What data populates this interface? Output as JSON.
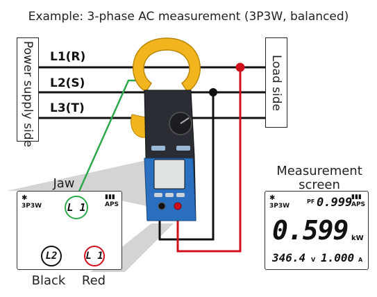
{
  "title": "Example: 3-phase AC measurement (3P3W, balanced)",
  "power_side_label": "Power supply side",
  "load_side_label": "Load side",
  "lines": [
    "L1(R)",
    "L2(S)",
    "L3(T)"
  ],
  "jaw_label": "Jaw",
  "measurement_label_1": "Measurement",
  "measurement_label_2": "screen",
  "left_lcd": {
    "mode": "3P3W",
    "aps": "APS",
    "jaw_value": "L 1",
    "black_value": "L2",
    "red_value": "L 1"
  },
  "black_label": "Black",
  "red_label": "Red",
  "right_lcd": {
    "mode": "3P3W",
    "aps": "APS",
    "pf_label": "PF",
    "pf_value": "0.999",
    "main_value": "0.599",
    "main_unit": "kW",
    "voltage_value": "346.4",
    "voltage_unit": "V",
    "current_value": "1.000",
    "current_unit": "A"
  },
  "colors": {
    "black_lead": "#111111",
    "red_lead": "#d0101c",
    "green": "#2aa84a",
    "jaw": "#f2b51e",
    "meter_body": "#2a2d33",
    "meter_blue": "#2a6fc0"
  }
}
